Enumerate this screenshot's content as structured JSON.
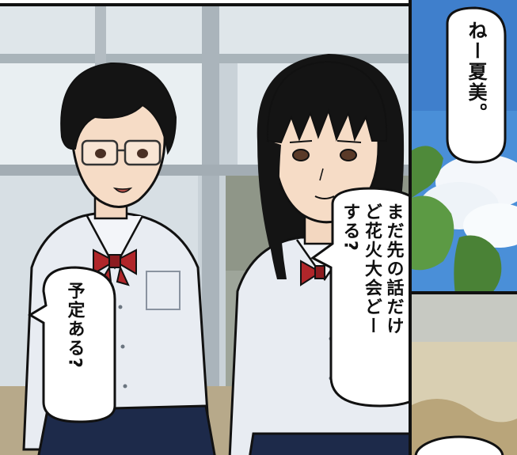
{
  "speech": {
    "bubble_top_right": "ねー夏美。",
    "bubble_center": [
      "まだ先の話だけ",
      "ど花火大会どー",
      "する?"
    ],
    "bubble_left": [
      "予定ある?"
    ]
  },
  "colors": {
    "ink": "#111111",
    "sky": "#4a8fd8",
    "uniform_shirt": "#e8ecf2",
    "bow": "#b0262a",
    "skirt": "#1d2a4a",
    "hair": "#141414"
  }
}
